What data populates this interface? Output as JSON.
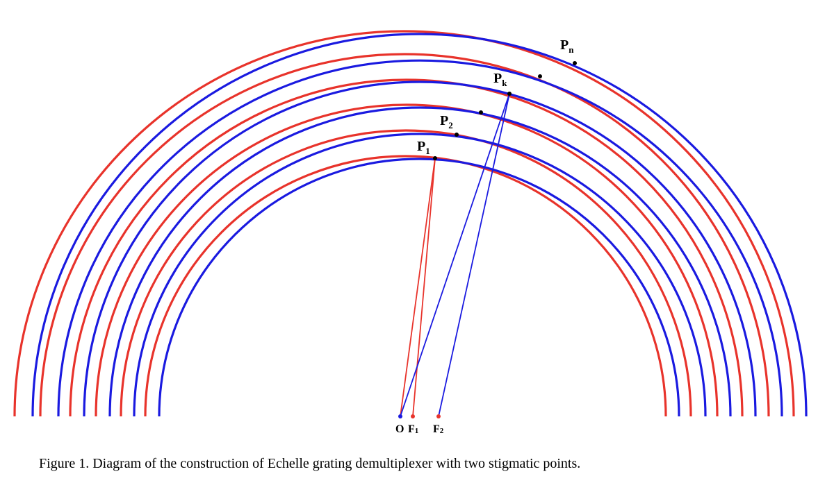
{
  "figure": {
    "caption": "Figure 1. Diagram of the construction of Echelle grating demultiplexer with two stigmatic points.",
    "colors": {
      "red": "#e8332b",
      "blue": "#1a1ae0",
      "point": "#000000"
    },
    "labels": {
      "p1_main": "P",
      "p1_sub": "1",
      "p2_main": "P",
      "p2_sub": "2",
      "pk_main": "P",
      "pk_sub": "k",
      "pn_main": "P",
      "pn_sub": "n",
      "o": "O",
      "f1_main": "F",
      "f1_sub": "1",
      "f2_main": "F",
      "f2_sub": "2"
    }
  }
}
